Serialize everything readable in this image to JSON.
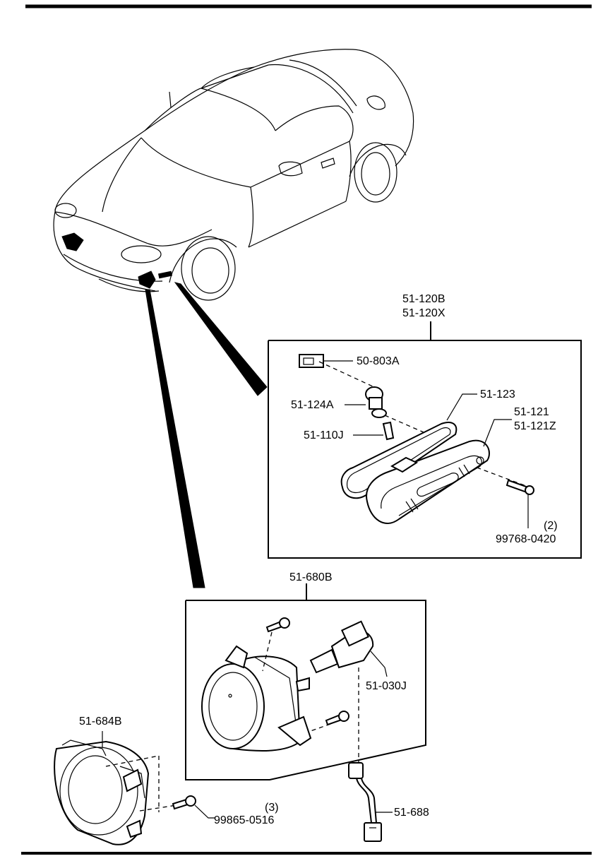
{
  "callouts": {
    "side_marker_assy_a": "51-120B",
    "side_marker_assy_b": "51-120X",
    "socket_clip": "50-803A",
    "socket": "51-124A",
    "bulb_wedge": "51-110J",
    "gasket": "51-123",
    "lens_a": "51-121",
    "lens_b": "51-121Z",
    "screw_qty": "(2)",
    "screw": "99768-0420",
    "fog_lamp_assy": "51-680B",
    "fog_bulb": "51-030J",
    "bracket": "51-684B",
    "bolt_qty": "(3)",
    "bolt": "99865-0516",
    "harness": "51-688"
  },
  "colors": {
    "ink": "#000000",
    "paper": "#ffffff"
  }
}
